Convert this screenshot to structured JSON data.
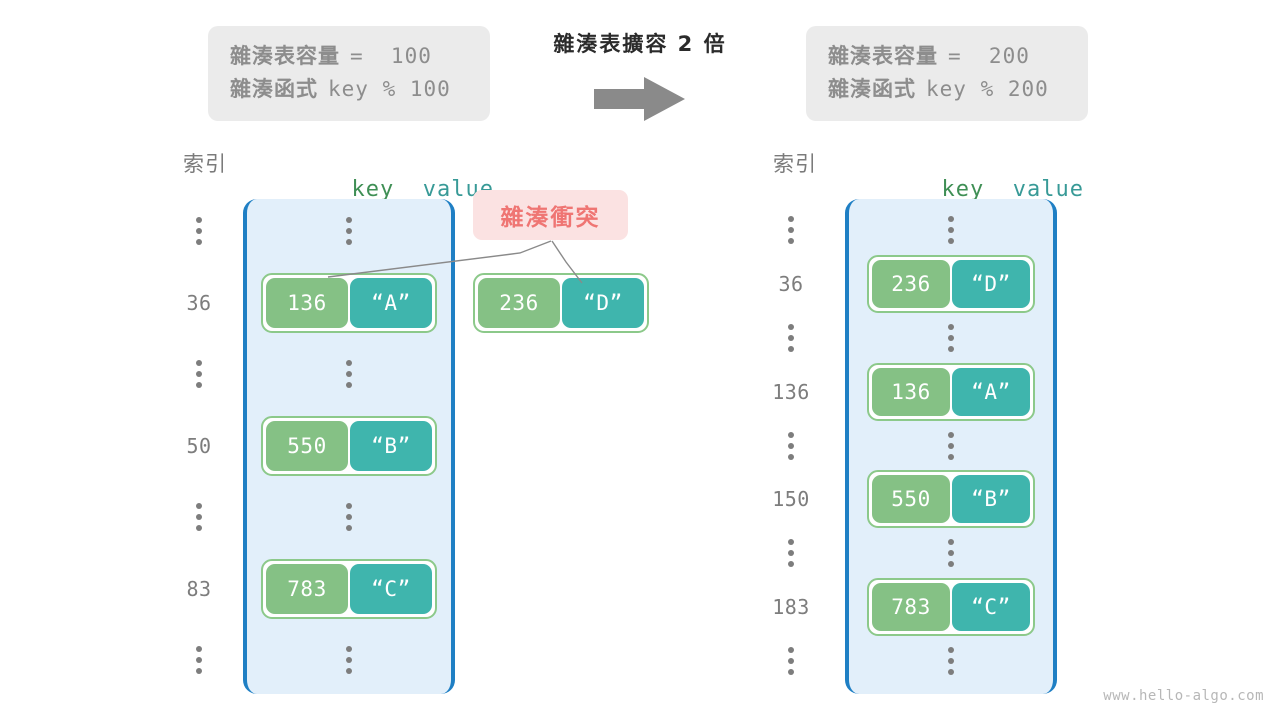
{
  "diagram": {
    "title_before": "雜湊表容量 = 100",
    "watermark": "www.hello-algo.com"
  },
  "info_left": {
    "capacity_label": "雜湊表容量",
    "capacity_expr": "=  100",
    "function_label": "雜湊函式",
    "function_expr": "key % 100"
  },
  "info_right": {
    "capacity_label": "雜湊表容量",
    "capacity_expr": "=  200",
    "function_label": "雜湊函式",
    "function_expr": "key % 200"
  },
  "transition": {
    "label": "雜湊表擴容 2 倍",
    "arrow_icon": "right-arrow-icon"
  },
  "header": {
    "index_label": "索引",
    "key_label": "key",
    "value_label": "value"
  },
  "collision": {
    "badge_label": "雜湊衝突"
  },
  "left_table": {
    "rows": [
      {
        "index": "⋮",
        "type": "dots"
      },
      {
        "index": "36",
        "type": "pair",
        "key": "136",
        "value": "“A”"
      },
      {
        "index": "⋮",
        "type": "dots"
      },
      {
        "index": "50",
        "type": "pair",
        "key": "550",
        "value": "“B”"
      },
      {
        "index": "⋮",
        "type": "dots"
      },
      {
        "index": "83",
        "type": "pair",
        "key": "783",
        "value": "“C”"
      },
      {
        "index": "⋮",
        "type": "dots"
      }
    ]
  },
  "overflow_entry": {
    "key": "236",
    "value": "“D”"
  },
  "right_table": {
    "rows": [
      {
        "index": "⋮",
        "type": "dots"
      },
      {
        "index": "36",
        "type": "pair",
        "key": "236",
        "value": "“D”"
      },
      {
        "index": "⋮",
        "type": "dots"
      },
      {
        "index": "136",
        "type": "pair",
        "key": "136",
        "value": "“A”"
      },
      {
        "index": "⋮",
        "type": "dots"
      },
      {
        "index": "150",
        "type": "pair",
        "key": "550",
        "value": "“B”"
      },
      {
        "index": "⋮",
        "type": "dots"
      },
      {
        "index": "183",
        "type": "pair",
        "key": "783",
        "value": "“C”"
      },
      {
        "index": "⋮",
        "type": "dots"
      }
    ]
  },
  "colors": {
    "panel_fill": "#e2effa",
    "panel_border": "#1f7fc4",
    "key_box": "#85c185",
    "value_box": "#3fb5ad",
    "pair_border": "#8cc98a",
    "badge_bg": "#fbe2e2",
    "badge_text": "#ef7573",
    "info_bg": "#ebebeb",
    "info_text": "#8d8d8d",
    "index_text": "#7d7d7d",
    "arrow": "#8a8a8a"
  }
}
